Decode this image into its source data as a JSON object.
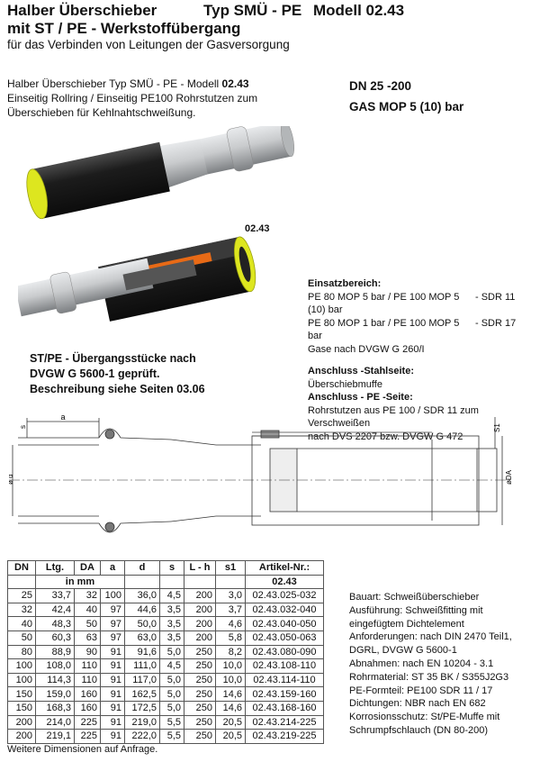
{
  "header": {
    "title_part1": "Halber Überschieber",
    "title_part2": "Typ  SMÜ - PE",
    "title_part3": "Modell 02.43",
    "title_line2": "mit ST / PE - Werkstoffübergang",
    "subtitle": "für das Verbinden von Leitungen der Gasversorgung"
  },
  "intro": {
    "line1_prefix": "Halber Überschieber Typ SMÜ - PE - Modell ",
    "line1_bold": "02.43",
    "line2": "Einseitig Rollring / Einseitig PE100 Rohrstutzen zum",
    "line3": "Überschieben für Kehlnahtschweißung."
  },
  "spec": {
    "dn": "DN 25 -200",
    "mop": "GAS MOP 5 (10) bar"
  },
  "image_caption": "02.43",
  "certification": {
    "line1": "ST/PE - Übergangsstücke nach",
    "line2": "DVGW G 5600-1 geprüft.",
    "line3": "Beschreibung siehe Seiten 03.06"
  },
  "usage": {
    "heading": "Einsatzbereich:",
    "row1_a": "PE 80  MOP 5 bar / PE 100  MOP 5 (10) bar",
    "row1_b": "- SDR 11",
    "row2_a": "PE 80  MOP 1 bar / PE 100  MOP 5  bar",
    "row2_b": "- SDR 17",
    "gas": "Gase nach DVGW G 260/I",
    "steel_heading": "Anschluss -Stahlseite:",
    "steel_value": "Überschiebmuffe",
    "pe_heading": "Anschluss - PE -Seite:",
    "pe_value1": "Rohrstutzen aus PE 100 / SDR 11 zum Verschweißen",
    "pe_value2": "nach DVS 2207 bzw. DVGW G 472"
  },
  "drawing_labels": {
    "s": "s",
    "a": "a",
    "d": "ø d",
    "s1": "S1",
    "da": "øDA"
  },
  "table": {
    "headers": [
      "DN",
      "Ltg.",
      "DA",
      "a",
      "d",
      "s",
      "L - h",
      "s1",
      "Artikel-Nr.:"
    ],
    "unit_label": "in mm",
    "group_label": "02.43",
    "rows": [
      [
        "25",
        "33,7",
        "32",
        "100",
        "36,0",
        "4,5",
        "200",
        "3,0",
        "02.43.025-032"
      ],
      [
        "32",
        "42,4",
        "40",
        "97",
        "44,6",
        "3,5",
        "200",
        "3,7",
        "02.43.032-040"
      ],
      [
        "40",
        "48,3",
        "50",
        "97",
        "50,0",
        "3,5",
        "200",
        "4,6",
        "02.43.040-050"
      ],
      [
        "50",
        "60,3",
        "63",
        "97",
        "63,0",
        "3,5",
        "200",
        "5,8",
        "02.43.050-063"
      ],
      [
        "80",
        "88,9",
        "90",
        "91",
        "91,6",
        "5,0",
        "250",
        "8,2",
        "02.43.080-090"
      ],
      [
        "100",
        "108,0",
        "110",
        "91",
        "111,0",
        "4,5",
        "250",
        "10,0",
        "02.43.108-110"
      ],
      [
        "100",
        "114,3",
        "110",
        "91",
        "117,0",
        "5,0",
        "250",
        "10,0",
        "02.43.114-110"
      ],
      [
        "150",
        "159,0",
        "160",
        "91",
        "162,5",
        "5,0",
        "250",
        "14,6",
        "02.43.159-160"
      ],
      [
        "150",
        "168,3",
        "160",
        "91",
        "172,5",
        "5,0",
        "250",
        "14,6",
        "02.43.168-160"
      ],
      [
        "200",
        "214,0",
        "225",
        "91",
        "219,0",
        "5,5",
        "250",
        "20,5",
        "02.43.214-225"
      ],
      [
        "200",
        "219,1",
        "225",
        "91",
        "222,0",
        "5,5",
        "250",
        "20,5",
        "02.43.219-225"
      ]
    ],
    "footnote": "Weitere Dimensionen auf Anfrage."
  },
  "details": [
    "Bauart: Schweißüberschieber",
    "Ausführung: Schweißfitting mit",
    "eingefügtem Dichtelement",
    "Anforderungen: nach DIN 2470 Teil1,",
    "DGRL, DVGW G 5600-1",
    "Abnahmen: nach EN 10204 - 3.1",
    "Rohrmaterial: ST 35 BK  / S355J2G3",
    "PE-Formteil: PE100 SDR 11 / 17",
    "Dichtungen: NBR nach EN 682",
    "Korrosionsschutz: St/PE-Muffe  mit",
    "Schrumpfschlauch (DN 80-200)"
  ],
  "colors": {
    "pe_yellow": "#dde61f",
    "pipe_black": "#1c1c1c",
    "steel": "#c4c6c8"
  }
}
